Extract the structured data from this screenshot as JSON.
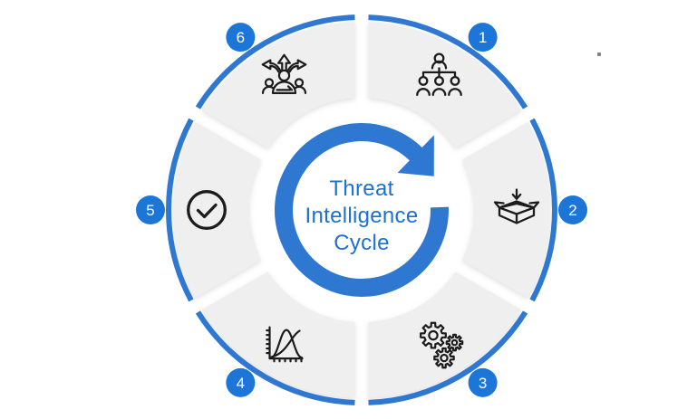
{
  "diagram": {
    "center_label_lines": [
      "Threat",
      "Intelligence",
      "Cycle"
    ],
    "segments": [
      {
        "number": "1",
        "icon": "team-hierarchy-icon"
      },
      {
        "number": "2",
        "icon": "collection-box-icon"
      },
      {
        "number": "3",
        "icon": "processing-gears-icon"
      },
      {
        "number": "4",
        "icon": "analysis-chart-icon"
      },
      {
        "number": "5",
        "icon": "check-circle-icon"
      },
      {
        "number": "6",
        "icon": "decision-person-icon"
      }
    ],
    "colors": {
      "ring_blue": "#2E78D2",
      "arrow_blue": "#2E78D2",
      "badge_blue": "#1B76D8",
      "text_blue": "#1C70D6",
      "segment_gray": "#EFEFEF",
      "icon_black": "#1C1C1C",
      "background": "#FFFFFF"
    }
  }
}
